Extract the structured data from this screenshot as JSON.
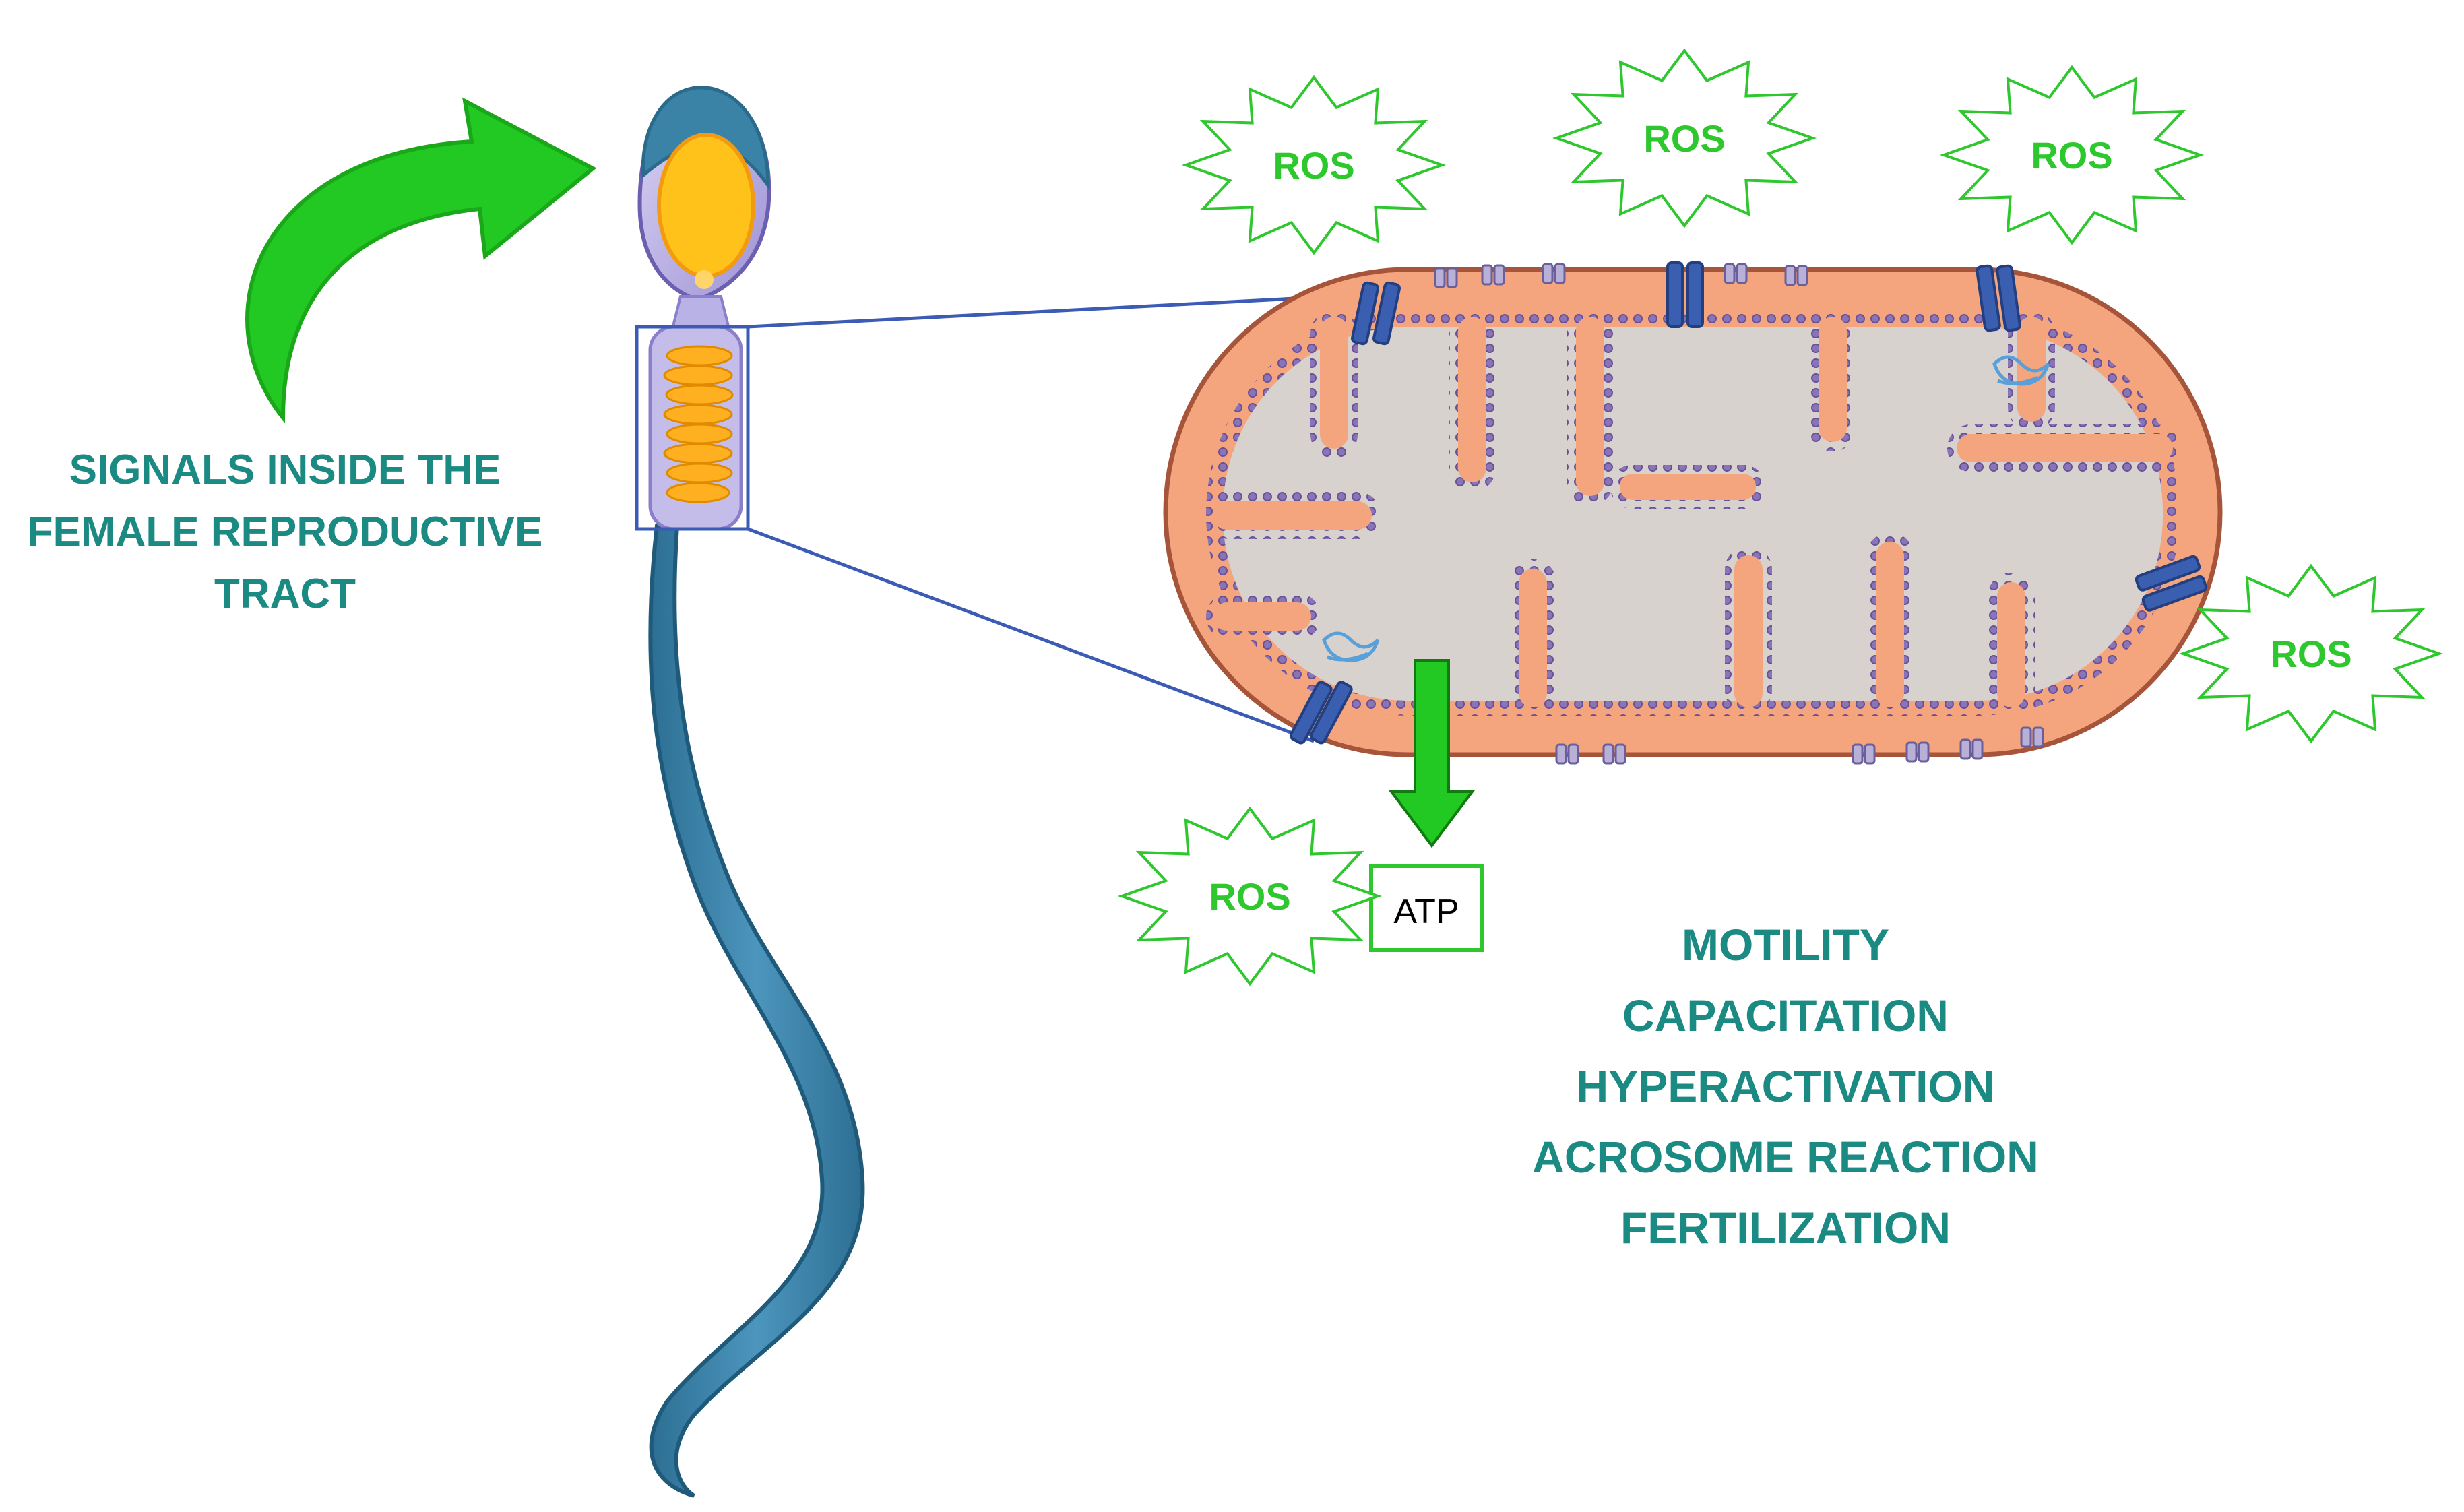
{
  "signals": {
    "line1": "SIGNALS INSIDE THE",
    "line2": "FEMALE REPRODUCTIVE",
    "line3": "TRACT"
  },
  "ros_label": "ROS",
  "atp_label": "ATP",
  "functions": [
    "MOTILITY",
    "CAPACITATION",
    "HYPERACTIVATION",
    "ACROSOME REACTION",
    "FERTILIZATION"
  ],
  "colors": {
    "teal_text": "#1b8a82",
    "green": "#2ec82e",
    "mito_outer": "#f4a57e",
    "mito_matrix": "#d8d2ce",
    "sperm_blue": "#3a7fa6",
    "acrosome_orange": "#ffc21a",
    "zoom_box": "#3b5bb5",
    "channel_blue": "#3a5fb0"
  }
}
